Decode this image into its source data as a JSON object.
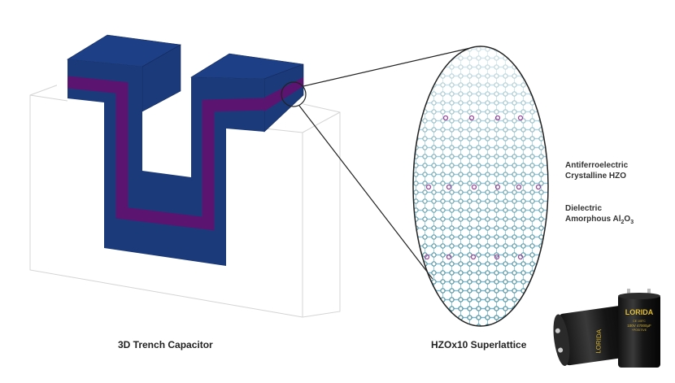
{
  "captions": {
    "left": "3D Trench Capacitor",
    "right": "HZOx10 Superlattice"
  },
  "labels": {
    "afe_line1": "Antiferroelectric",
    "afe_line2": "Crystalline HZO",
    "die_line1": "Dielectric",
    "die_line2_prefix": "Amorphous Al",
    "die_sub1": "2",
    "die_mid": "O",
    "die_sub2": "3"
  },
  "capacitor": {
    "brand": "LORIDA",
    "spec_temp": "CE 105°C",
    "spec_rating": "100V 47000μF",
    "polarity": "+POSITIVE"
  },
  "colors": {
    "electrode": "#1b3a7a",
    "dielectric": "#5b1470",
    "box_outline": "#d4d4d4"
  }
}
